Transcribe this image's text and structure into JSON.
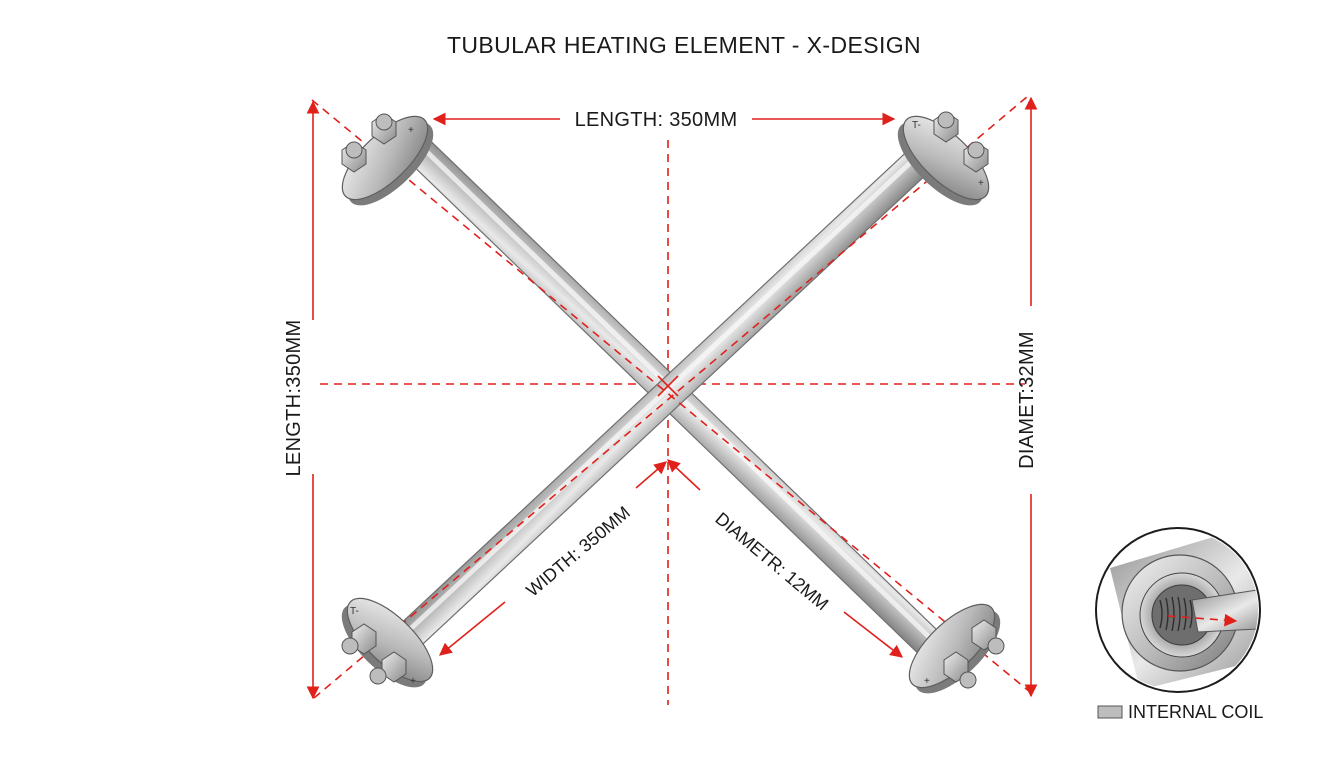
{
  "title": "TUBULAR HEATING ELEMENT - X-DESIGN",
  "dimensions": {
    "top_length": "LENGTH: 350MM",
    "left_length": "LENGTH:350MM",
    "right_diameter": "DIAMET:32MM",
    "width": "WIDTH: 350MM",
    "tube_diameter": "DIAMETR: 12MM"
  },
  "terminal_marks": {
    "top_left": "+",
    "top_right": "T-",
    "top_right_b": "+",
    "bottom_left": "T-",
    "bottom_left_b": "+",
    "bottom_right": "+"
  },
  "legend": {
    "label": "INTERNAL COIL",
    "swatch_color": "#bdbdbd"
  },
  "colors": {
    "dimension": "#e0211b",
    "metal": "#a9a9a9"
  }
}
